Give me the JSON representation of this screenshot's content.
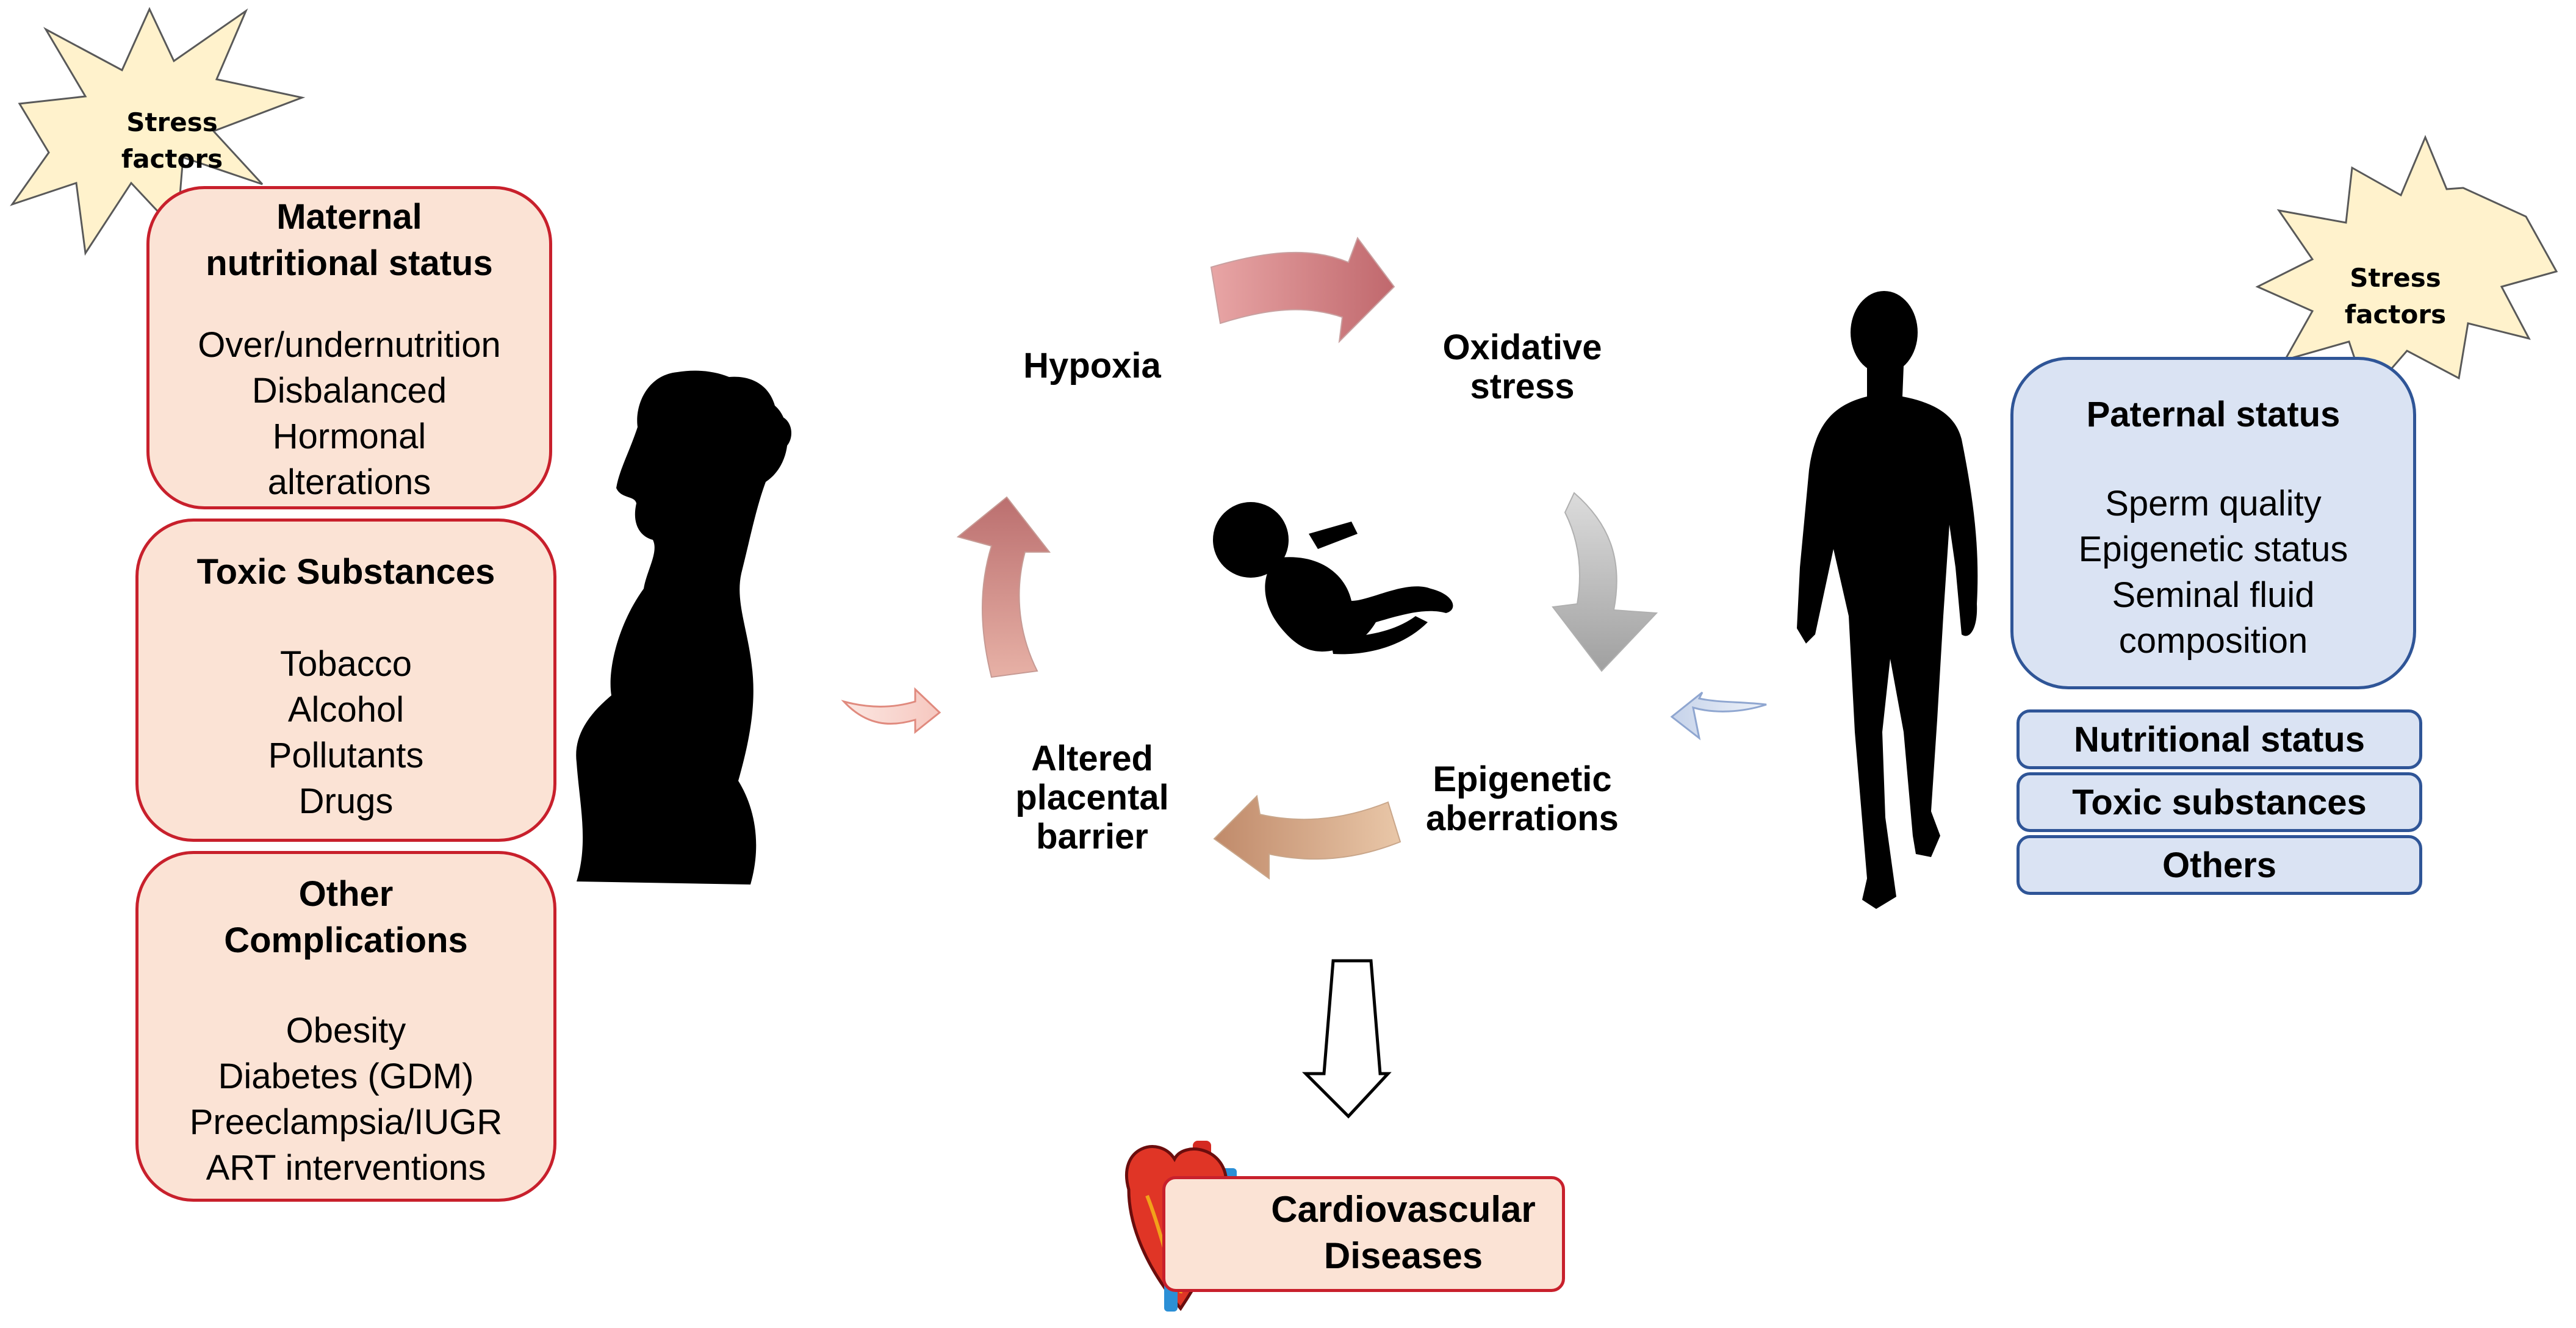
{
  "maternal": {
    "stress_label_1": "Stress",
    "stress_label_2": "factors",
    "nutrition": {
      "title_1": "Maternal",
      "title_2": "nutritional status",
      "items": [
        "Over/undernutrition",
        "Disbalanced",
        "Hormonal",
        "alterations"
      ]
    },
    "toxic": {
      "title": "Toxic Substances",
      "items": [
        "Tobacco",
        "Alcohol",
        "Pollutants",
        "Drugs"
      ]
    },
    "other": {
      "title_1": "Other",
      "title_2": "Complications",
      "items": [
        "Obesity",
        "Diabetes (GDM)",
        "Preeclampsia/IUGR",
        "ART interventions"
      ]
    }
  },
  "cycle": {
    "hypoxia": "Hypoxia",
    "oxidative_1": "Oxidative",
    "oxidative_2": "stress",
    "epigenetic_1": "Epigenetic",
    "epigenetic_2": "aberrations",
    "placental_1": "Altered",
    "placental_2": "placental",
    "placental_3": "barrier"
  },
  "outcome": {
    "line_1": "Cardiovascular",
    "line_2": "Diseases"
  },
  "paternal": {
    "stress_label_1": "Stress",
    "stress_label_2": "factors",
    "status": {
      "title": "Paternal status",
      "items": [
        "Sperm quality",
        "Epigenetic status",
        "Seminal fluid",
        "composition"
      ]
    },
    "nutritional": "Nutritional status",
    "toxic": "Toxic substances",
    "others": "Others"
  },
  "colors": {
    "maternal_fill": "#fbe3d5",
    "maternal_border": "#c8202c",
    "paternal_fill": "#dae3f3",
    "paternal_border": "#2f5597",
    "star_fill": "#fff2cc"
  }
}
